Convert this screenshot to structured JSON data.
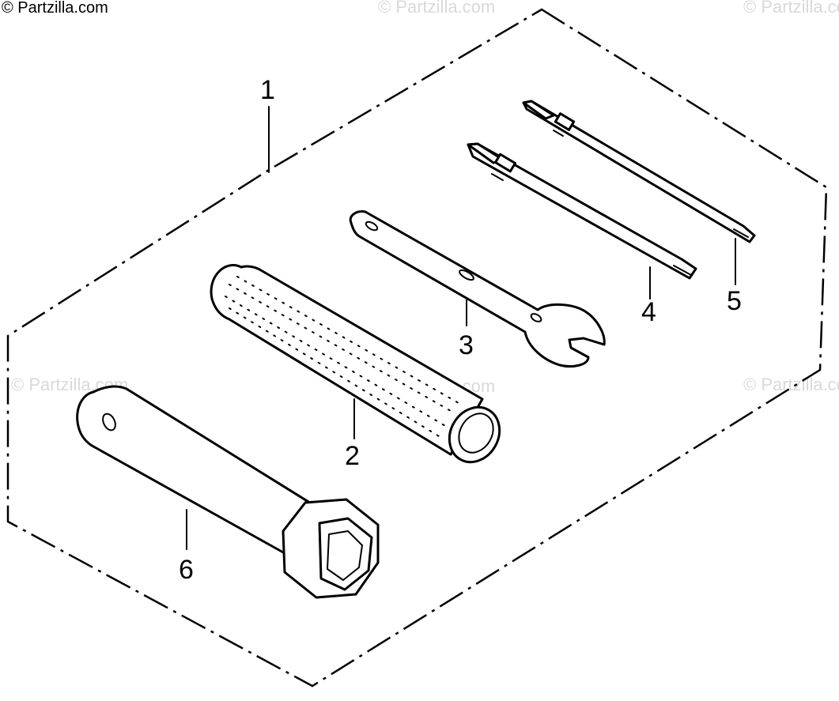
{
  "copyright": "© Partzilla.com",
  "watermarks": [
    "© Partzilla.com",
    "© Partzilla.com",
    "© Partzilla.com",
    "© Partzilla.com",
    "© Partzilla.com"
  ],
  "callouts": {
    "kit": "1",
    "pipe": "2",
    "wrench": "3",
    "screwdriver_small": "4",
    "screwdriver_large": "5",
    "plug_wrench": "6"
  }
}
